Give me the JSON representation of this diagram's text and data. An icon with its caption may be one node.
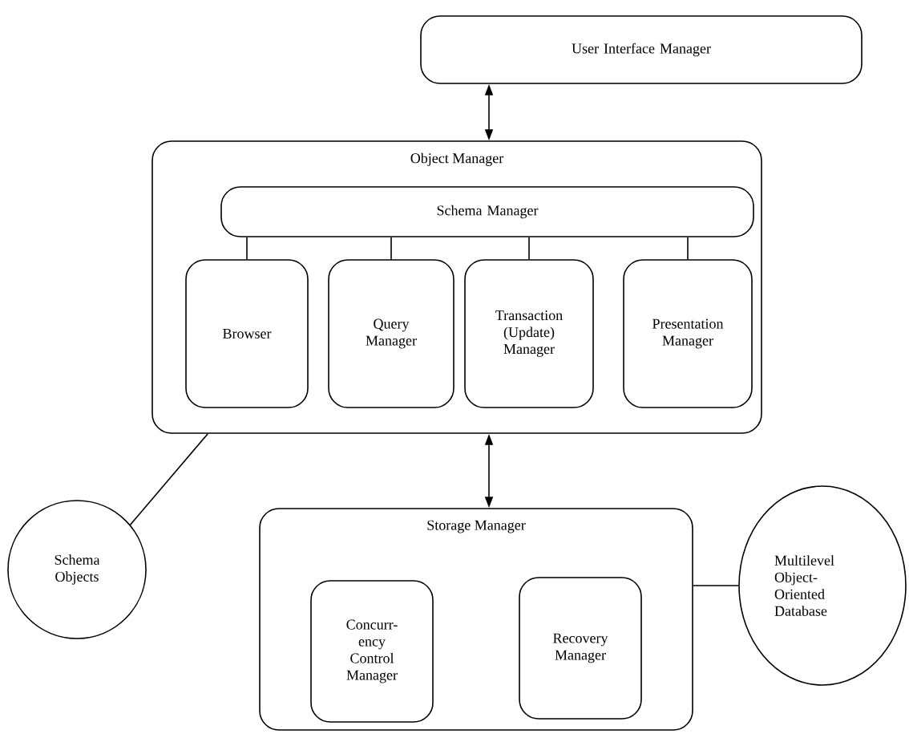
{
  "diagram": {
    "nodes": [
      {
        "text": [
          "User Interface Manager"
        ]
      },
      {
        "text": [
          "Object Manager"
        ]
      },
      {
        "text": [
          "Schema Manager"
        ],
        "in": 1
      },
      {
        "text": [
          "Browser"
        ],
        "in": 1
      },
      {
        "text": [
          "Query Manager"
        ],
        "in": 1
      },
      {
        "text": [
          "Transaction (Update) Manager"
        ],
        "in": 1
      },
      {
        "text": [
          "Presentation Manager"
        ],
        "in": 1
      },
      {
        "text": [
          "Schema Objects"
        ]
      },
      {
        "text": [
          "Storage Manager"
        ]
      },
      {
        "text": [
          "Concurr- ency Control Manager"
        ],
        "in": 8
      },
      {
        "text": [
          "Recovery Manager"
        ],
        "in": 8
      },
      {
        "text": [
          "Multilevel Object- Oriented Database"
        ]
      }
    ],
    "edges": [
      {
        "from": 0,
        "to": 1,
        "arrow": "both"
      },
      {
        "from": 2,
        "to": 3,
        "arrow": "none"
      },
      {
        "from": 2,
        "to": 4,
        "arrow": "none"
      },
      {
        "from": 2,
        "to": 5,
        "arrow": "none"
      },
      {
        "from": 2,
        "to": 6,
        "arrow": "none"
      },
      {
        "from": 7,
        "to": 1,
        "arrow": "none"
      },
      {
        "from": 1,
        "to": 8,
        "arrow": "both"
      },
      {
        "from": 8,
        "to": 11,
        "arrow": "none"
      }
    ]
  }
}
